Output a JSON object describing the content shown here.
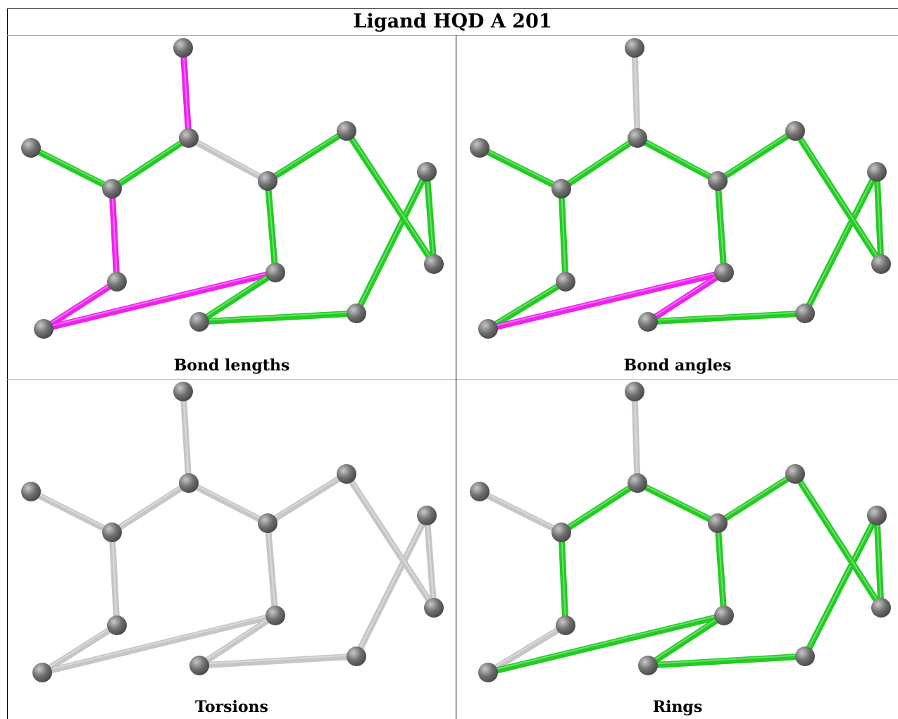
{
  "title": "Ligand HQD A 201",
  "colors": {
    "atom": "#707070",
    "atom_highlight": "#c8c8c8",
    "bond_default": "#c6c6c6",
    "bond_ok": "#22cc22",
    "bond_outlier": "#ee22ee"
  },
  "molecule": {
    "atoms": [
      "a1",
      "a2",
      "a3",
      "a4",
      "a5",
      "a6",
      "a7",
      "a8",
      "a9",
      "a10",
      "a11",
      "a12",
      "a13",
      "a14"
    ],
    "bonds": [
      [
        "a1",
        "a4"
      ],
      [
        "a2",
        "a3"
      ],
      [
        "a3",
        "a4"
      ],
      [
        "a4",
        "a5"
      ],
      [
        "a3",
        "a7"
      ],
      [
        "a7",
        "a8"
      ],
      [
        "a8",
        "a9"
      ],
      [
        "a9",
        "a12"
      ],
      [
        "a12",
        "a13"
      ],
      [
        "a13",
        "a10"
      ],
      [
        "a10",
        "a11"
      ],
      [
        "a11",
        "a6"
      ],
      [
        "a6",
        "a5"
      ],
      [
        "a5",
        "a9"
      ]
    ]
  },
  "panels": [
    {
      "label": "Bond lengths",
      "bond_status": [
        "outlier",
        "ok",
        "ok",
        "default",
        "outlier",
        "outlier",
        "outlier",
        "ok",
        "ok",
        "ok",
        "ok",
        "ok",
        "ok",
        "ok"
      ]
    },
    {
      "label": "Bond angles",
      "bond_status": [
        "default",
        "ok",
        "ok",
        "ok",
        "ok",
        "ok",
        "outlier",
        "outlier",
        "ok",
        "ok",
        "ok",
        "ok",
        "ok",
        "ok"
      ]
    },
    {
      "label": "Torsions",
      "bond_status": [
        "default",
        "default",
        "default",
        "default",
        "default",
        "default",
        "default",
        "default",
        "default",
        "default",
        "default",
        "default",
        "default",
        "default"
      ]
    },
    {
      "label": "Rings",
      "bond_status": [
        "default",
        "default",
        "ok",
        "ok",
        "ok",
        "default",
        "ok",
        "ok",
        "ok",
        "ok",
        "ok",
        "ok",
        "ok",
        "ok"
      ]
    }
  ]
}
